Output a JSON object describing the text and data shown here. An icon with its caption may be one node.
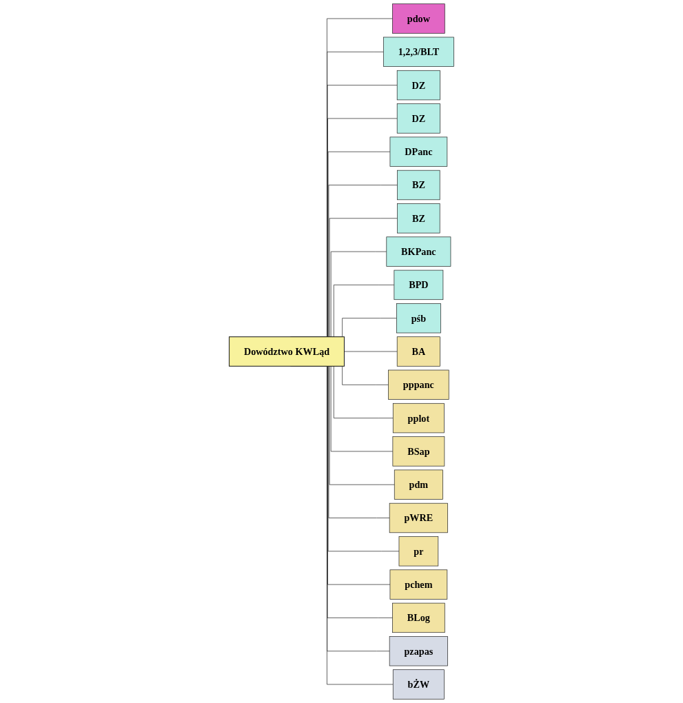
{
  "diagram": {
    "nodes": [
      {
        "text": [
          "Dowództwo KWLąd"
        ]
      },
      {
        "text": [
          "pdow"
        ]
      },
      {
        "text": [
          "1,2,3/BLT"
        ]
      },
      {
        "text": [
          "DZ"
        ]
      },
      {
        "text": [
          "DZ"
        ]
      },
      {
        "text": [
          "DPanc"
        ]
      },
      {
        "text": [
          "BZ"
        ]
      },
      {
        "text": [
          "BZ"
        ]
      },
      {
        "text": [
          "BKPanc"
        ]
      },
      {
        "text": [
          "BPD"
        ]
      },
      {
        "text": [
          "pśb"
        ]
      },
      {
        "text": [
          "BA"
        ]
      },
      {
        "text": [
          "pppanc"
        ]
      },
      {
        "text": [
          "pplot"
        ]
      },
      {
        "text": [
          "BSap"
        ]
      },
      {
        "text": [
          "pdm"
        ]
      },
      {
        "text": [
          "pWRE"
        ]
      },
      {
        "text": [
          "pr"
        ]
      },
      {
        "text": [
          "pchem"
        ]
      },
      {
        "text": [
          "BLog"
        ]
      },
      {
        "text": [
          "pzapas"
        ]
      },
      {
        "text": [
          "bŻW"
        ]
      }
    ],
    "edges": [
      {
        "from": 0,
        "to": 1,
        "arrow": "none"
      },
      {
        "from": 0,
        "to": 2,
        "arrow": "none"
      },
      {
        "from": 0,
        "to": 3,
        "arrow": "none"
      },
      {
        "from": 0,
        "to": 4,
        "arrow": "none"
      },
      {
        "from": 0,
        "to": 5,
        "arrow": "none"
      },
      {
        "from": 0,
        "to": 6,
        "arrow": "none"
      },
      {
        "from": 0,
        "to": 7,
        "arrow": "none"
      },
      {
        "from": 0,
        "to": 8,
        "arrow": "none"
      },
      {
        "from": 0,
        "to": 9,
        "arrow": "none"
      },
      {
        "from": 0,
        "to": 10,
        "arrow": "none"
      },
      {
        "from": 0,
        "to": 11,
        "arrow": "none"
      },
      {
        "from": 0,
        "to": 12,
        "arrow": "none"
      },
      {
        "from": 0,
        "to": 13,
        "arrow": "none"
      },
      {
        "from": 0,
        "to": 14,
        "arrow": "none"
      },
      {
        "from": 0,
        "to": 15,
        "arrow": "none"
      },
      {
        "from": 0,
        "to": 16,
        "arrow": "none"
      },
      {
        "from": 0,
        "to": 17,
        "arrow": "none"
      },
      {
        "from": 0,
        "to": 18,
        "arrow": "none"
      },
      {
        "from": 0,
        "to": 19,
        "arrow": "none"
      },
      {
        "from": 0,
        "to": 20,
        "arrow": "none"
      },
      {
        "from": 0,
        "to": 21,
        "arrow": "none"
      }
    ]
  }
}
